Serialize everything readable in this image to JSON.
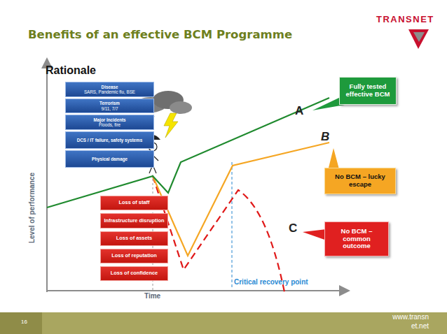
{
  "diagram": {
    "title": "Benefits of an effective BCM Programme",
    "nodes": [
      {
        "text": [
          "Disease",
          "SARS, Pandemic flu, BSE"
        ]
      },
      {
        "text": [
          "Terrorism",
          "9/11, 7/7"
        ]
      },
      {
        "text": [
          "Major Incidents",
          "Floods, fire"
        ]
      },
      {
        "text": [
          "DCS / IT failure, safety systems"
        ]
      },
      {
        "text": [
          "Physical damage"
        ]
      },
      {
        "text": [
          "Loss of staff"
        ]
      },
      {
        "text": [
          "Infrastructure disruption"
        ]
      },
      {
        "text": [
          "Loss of assets"
        ]
      },
      {
        "text": [
          "Loss of reputation"
        ]
      },
      {
        "text": [
          "Loss of confidence"
        ]
      },
      {
        "text": [
          "Fully tested effective BCM"
        ]
      },
      {
        "text": [
          "No BCM – lucky escape"
        ]
      },
      {
        "text": [
          "No BCM – common outcome"
        ]
      }
    ],
    "labels": [
      "TRANSNET",
      "Rationale",
      "A",
      "B",
      "C",
      "Level of performance",
      "Time",
      "Critical recovery point",
      "16",
      "www.transnet.net"
    ]
  }
}
